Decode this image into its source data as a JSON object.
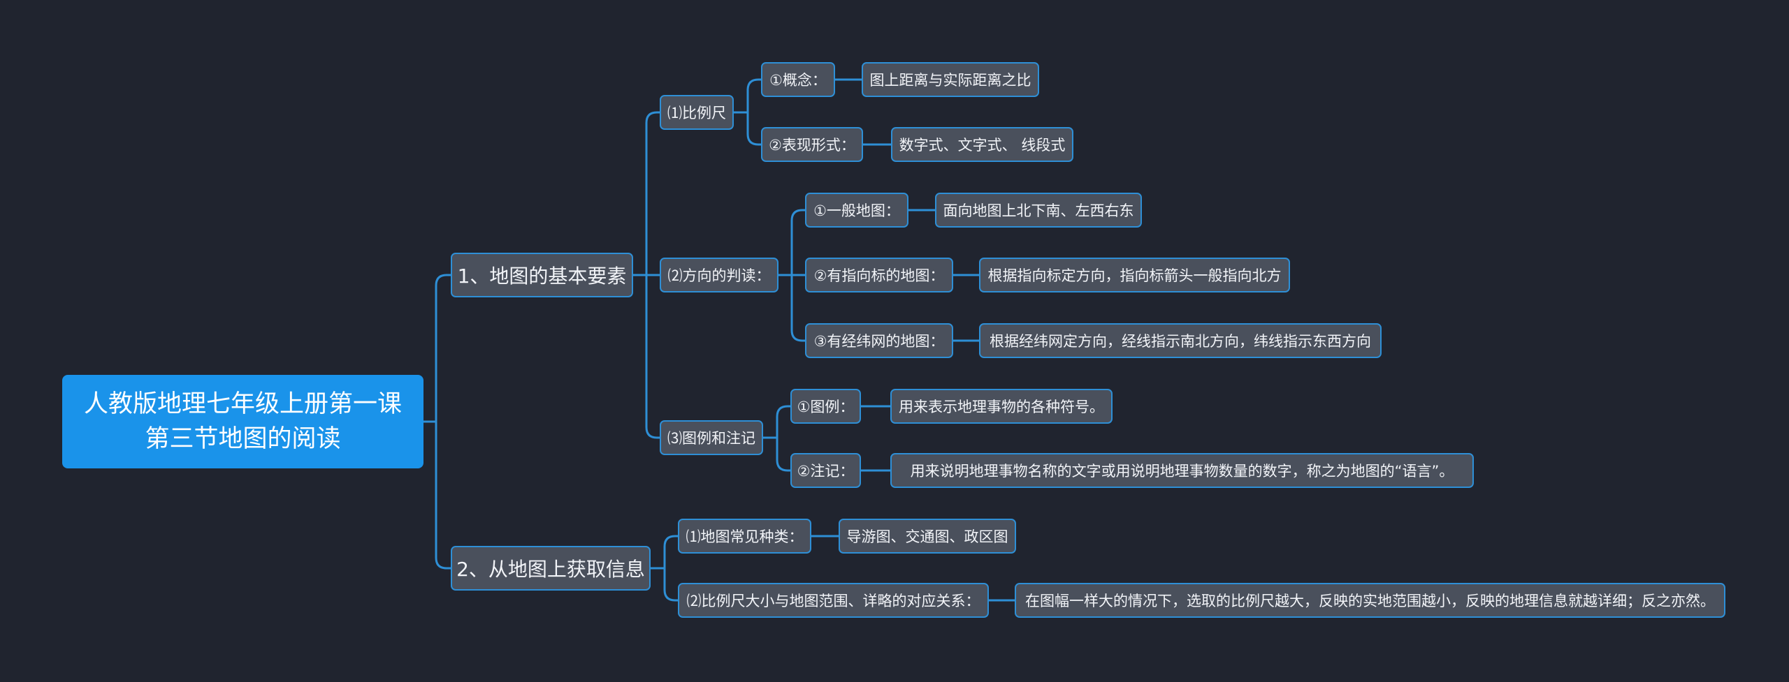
{
  "mindmap": {
    "root": {
      "line1": "人教版地理七年级上册第一课",
      "line2": "第三节地图的阅读"
    },
    "branches": [
      {
        "label": "1、地图的基本要素",
        "children": [
          {
            "label": "⑴比例尺",
            "children": [
              {
                "label": "①概念：",
                "detail": "图上距离与实际距离之比"
              },
              {
                "label": "②表现形式：",
                "detail": "数字式、文字式、 线段式"
              }
            ]
          },
          {
            "label": "⑵方向的判读：",
            "children": [
              {
                "label": "①一般地图：",
                "detail": "面向地图上北下南、左西右东"
              },
              {
                "label": "②有指向标的地图：",
                "detail": "根据指向标定方向，指向标箭头一般指向北方"
              },
              {
                "label": "③有经纬网的地图：",
                "detail": "根据经纬网定方向，经线指示南北方向，纬线指示东西方向"
              }
            ]
          },
          {
            "label": "⑶图例和注记",
            "children": [
              {
                "label": "①图例：",
                "detail": "用来表示地理事物的各种符号。"
              },
              {
                "label": "②注记：",
                "detail": "用来说明地理事物名称的文字或用说明地理事物数量的数字，称之为地图的“语言”。"
              }
            ]
          }
        ]
      },
      {
        "label": "2、从地图上获取信息",
        "children": [
          {
            "label": "⑴地图常见种类：",
            "detail": "导游图、交通图、政区图"
          },
          {
            "label": "⑵比例尺大小与地图范围、详略的对应关系：",
            "detail": "在图幅一样大的情况下，选取的比例尺越大，反映的实地范围越小，反映的地理信息就越详细；反之亦然。"
          }
        ]
      }
    ],
    "colors": {
      "background": "#20242f",
      "root_fill": "#1a93ea",
      "node_fill": "#4a505c",
      "node_border": "#2e8fd6",
      "connector": "#2e8fd6",
      "text": "#f2f4f8"
    }
  }
}
